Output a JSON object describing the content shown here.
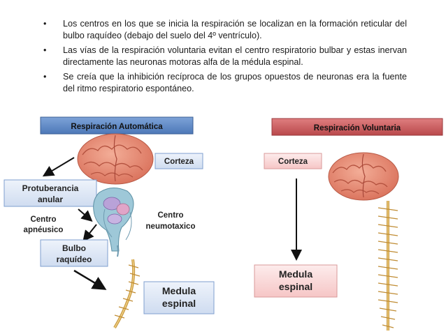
{
  "bullets": [
    "Los centros en los  que se inicia la  respiración se  localizan en la  formación reticular  del bulbo raquídeo  (debajo del suelo del  4º ventrículo).",
    "Las vías  de  la  respiración  voluntaria  evitan  el  centro  respiratorio   bulbar  y estas  inervan directamente las neuronas motoras alfa de la médula espinal.",
    "Se creía que la inhibición recíproca de los grupos opuestos de neuronas era la fuente del ritmo respiratorio espontáneo."
  ],
  "bullet_symbol": "•",
  "automatic": {
    "header": "Respiración Automática",
    "corteza": "Corteza",
    "protuberancia_line1": "Protuberancia",
    "protuberancia_line2": "anular",
    "apneusico_line1": "Centro",
    "apneusico_line2": "apnéusico",
    "neumotaxico_line1": "Centro",
    "neumotaxico_line2": "neumotaxico",
    "bulbo_line1": "Bulbo",
    "bulbo_line2": "raquídeo",
    "medula_line1": "Medula",
    "medula_line2": "espinal"
  },
  "voluntary": {
    "header": "Respiración Voluntaria",
    "corteza": "Corteza",
    "medula_line1": "Medula",
    "medula_line2": "espinal"
  },
  "colors": {
    "auto_header": "#5b86c4",
    "vol_header": "#c95c5e",
    "blue_box": "#dfe8f6",
    "pink_box": "#fbdada",
    "brain": "#e88a73"
  }
}
